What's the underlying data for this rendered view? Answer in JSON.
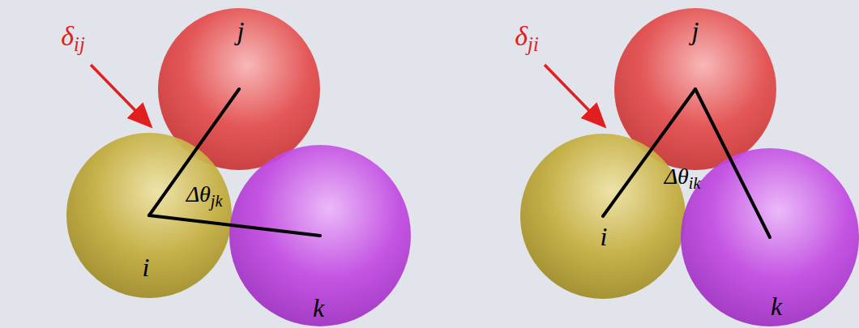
{
  "diagram": {
    "nodes": [
      {
        "text": [
          "j"
        ]
      },
      {
        "text": [
          "i"
        ]
      },
      {
        "text": [
          "k"
        ]
      },
      {
        "text": [
          "j"
        ]
      },
      {
        "text": [
          "i"
        ]
      },
      {
        "text": [
          "k"
        ]
      }
    ],
    "edges": [
      {
        "from": 1,
        "to": 0,
        "arrow": "none"
      },
      {
        "from": 1,
        "to": 2,
        "arrow": "none"
      },
      {
        "from": 4,
        "to": 3,
        "arrow": "none"
      },
      {
        "from": 3,
        "to": 5,
        "arrow": "none"
      }
    ],
    "labels": [
      "δij",
      "Δθjk",
      "δji",
      "Δθik"
    ]
  }
}
